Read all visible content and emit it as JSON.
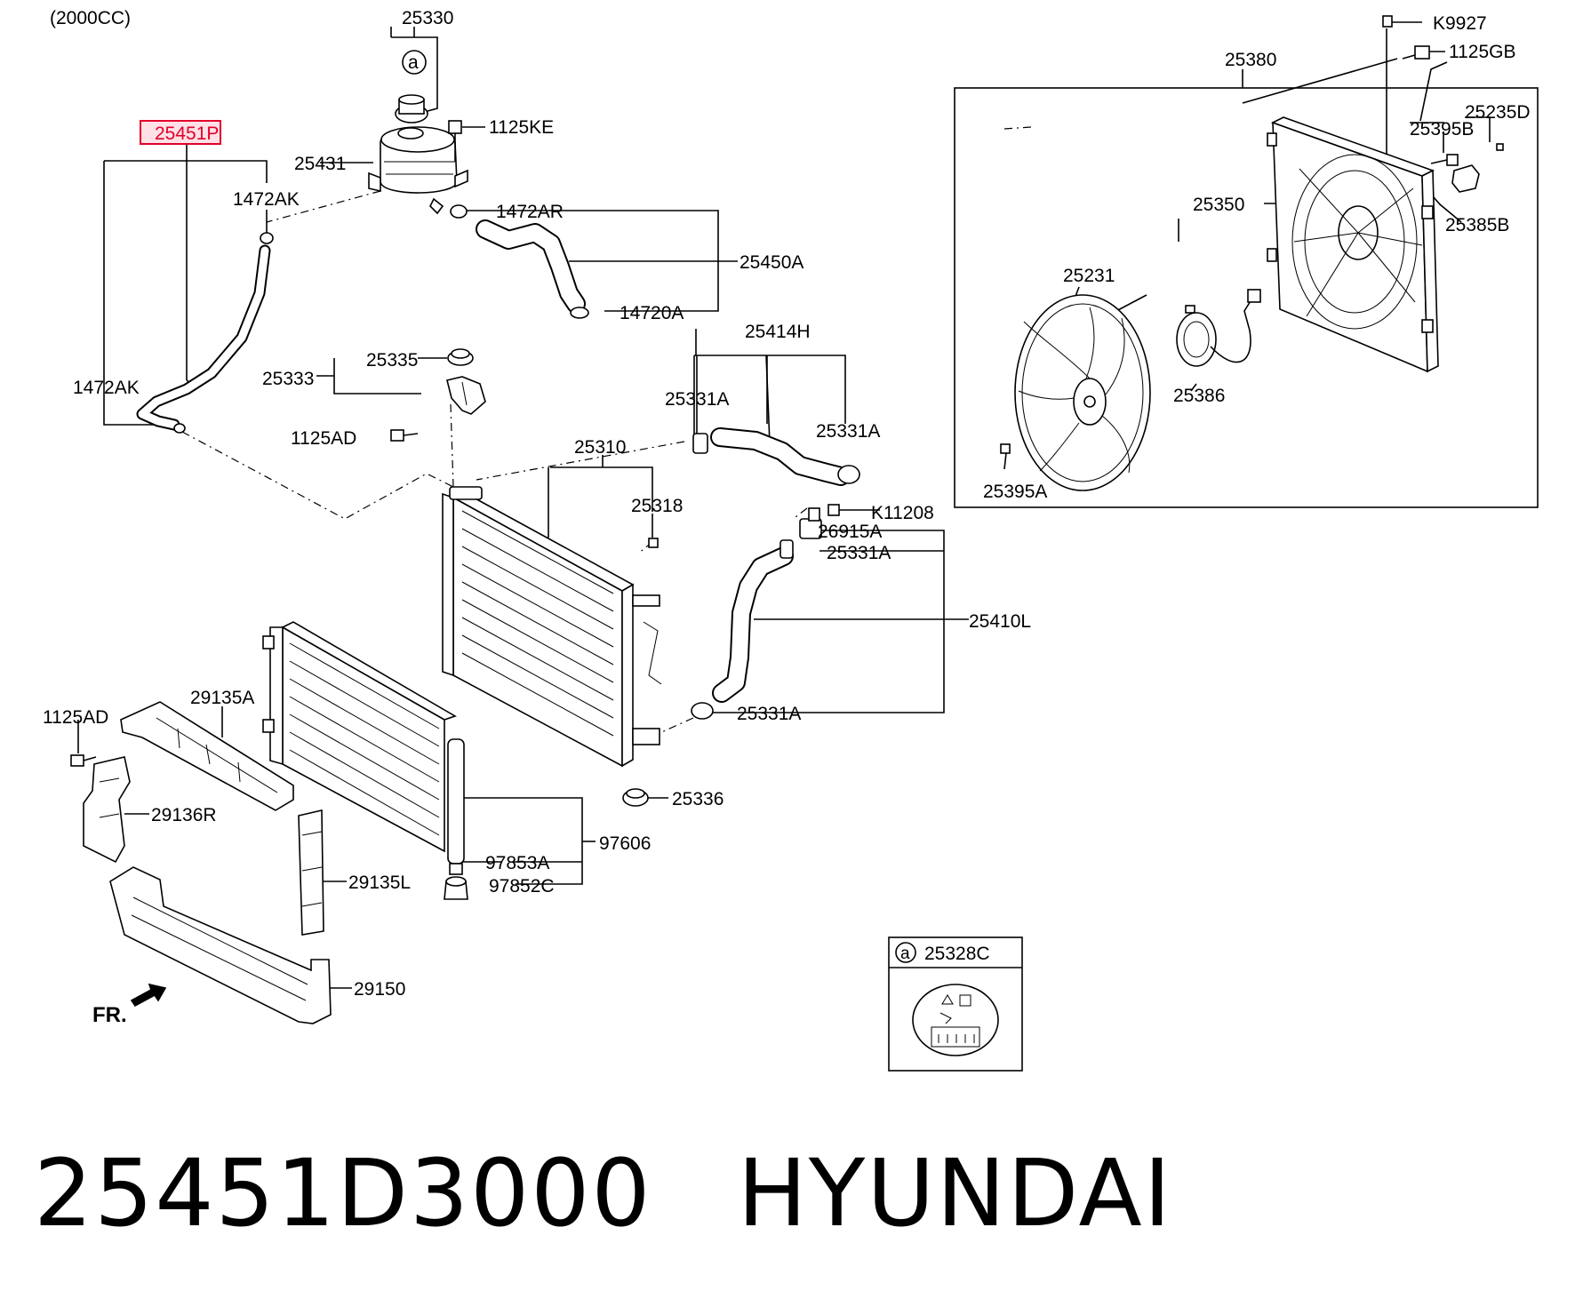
{
  "variant": "(2000CC)",
  "highlighted_part": "25451P",
  "labels": {
    "p25330": "25330",
    "p1125KE": "1125KE",
    "p25431": "25431",
    "p1472AK_top": "1472AK",
    "p1472AR": "1472AR",
    "p25450A": "25450A",
    "p14720A": "14720A",
    "p1472AK_left": "1472AK",
    "p25414H": "25414H",
    "p25335": "25335",
    "p25333": "25333",
    "p25331A_1": "25331A",
    "p25331A_2": "25331A",
    "p1125AD_top": "1125AD",
    "p25310": "25310",
    "p25318": "25318",
    "pK11208": "K11208",
    "p26915A": "26915A",
    "p25331A_3": "25331A",
    "p25410L": "25410L",
    "p25331A_4": "25331A",
    "p1125AD_left": "1125AD",
    "p29135A": "29135A",
    "p25336": "25336",
    "p29136R": "29136R",
    "p97606": "97606",
    "p97853A": "97853A",
    "p29135L": "29135L",
    "p97852C": "97852C",
    "p29150": "29150",
    "fr": "FR.",
    "pK9927": "K9927",
    "p1125GB": "1125GB",
    "p25380": "25380",
    "p25235D": "25235D",
    "p25395B": "25395B",
    "p25350": "25350",
    "p25385B": "25385B",
    "p25231": "25231",
    "p25386": "25386",
    "p25395A": "25395A",
    "callout_marker": "a",
    "p25328C": "25328C"
  },
  "footer": {
    "part_number": "25451D3000",
    "brand": "HYUNDAI"
  }
}
